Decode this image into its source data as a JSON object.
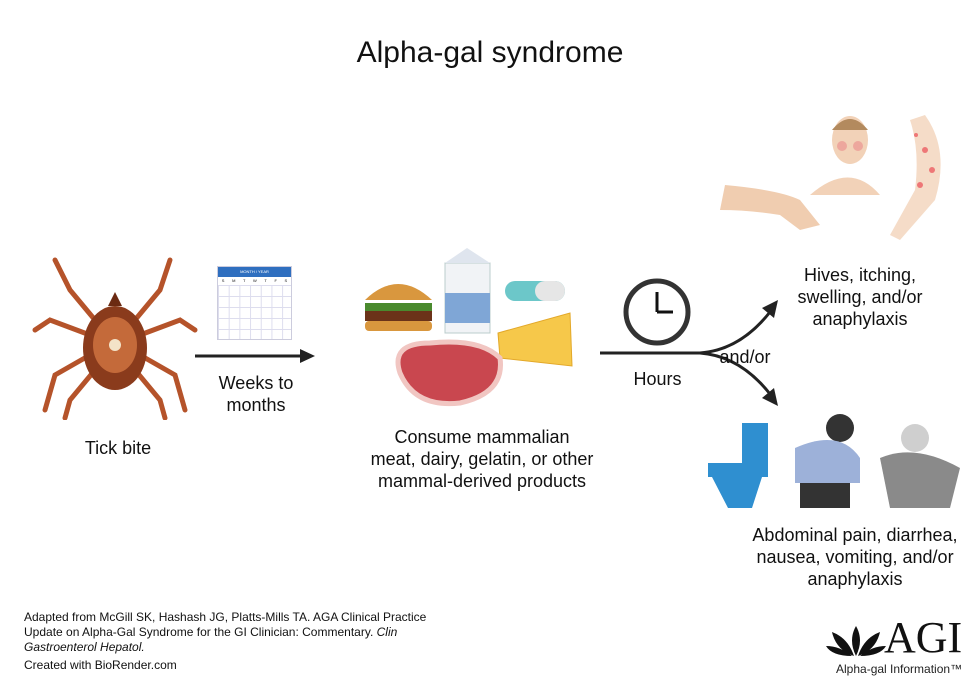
{
  "title": "Alpha-gal syndrome",
  "steps": {
    "tick": "Tick bite",
    "delay": [
      "Weeks to",
      "months"
    ],
    "calendar": {
      "header": "MONTH / YEAR",
      "days": [
        "S",
        "M",
        "T",
        "W",
        "T",
        "F",
        "S"
      ]
    },
    "consume": [
      "Consume mammalian",
      "meat, dairy, gelatin, or other",
      "mammal-derived products"
    ],
    "hours": "Hours",
    "andor": "and/or",
    "skin": [
      "Hives, itching,",
      "swelling, and/or",
      "anaphylaxis"
    ],
    "gi": [
      "Abdominal pain, diarrhea,",
      "nausea, vomiting, and/or",
      "anaphylaxis"
    ]
  },
  "citation": {
    "line1": "Adapted from McGill SK, Hashash JG, Platts-Mills TA. AGA Clinical Practice",
    "line2a": "Update on Alpha-Gal Syndrome for the GI Clinician: Commentary. ",
    "line2b": "Clin",
    "line3": "Gastroenterol Hepatol.",
    "created": "Created with BioRender.com"
  },
  "logo": {
    "mark": "AGI",
    "sub": "Alpha-gal Information™"
  },
  "colors": {
    "tick": "#b5532a",
    "calendar": "#2f6fbf",
    "toilet": "#2f8fd0",
    "arrow": "#222222"
  }
}
